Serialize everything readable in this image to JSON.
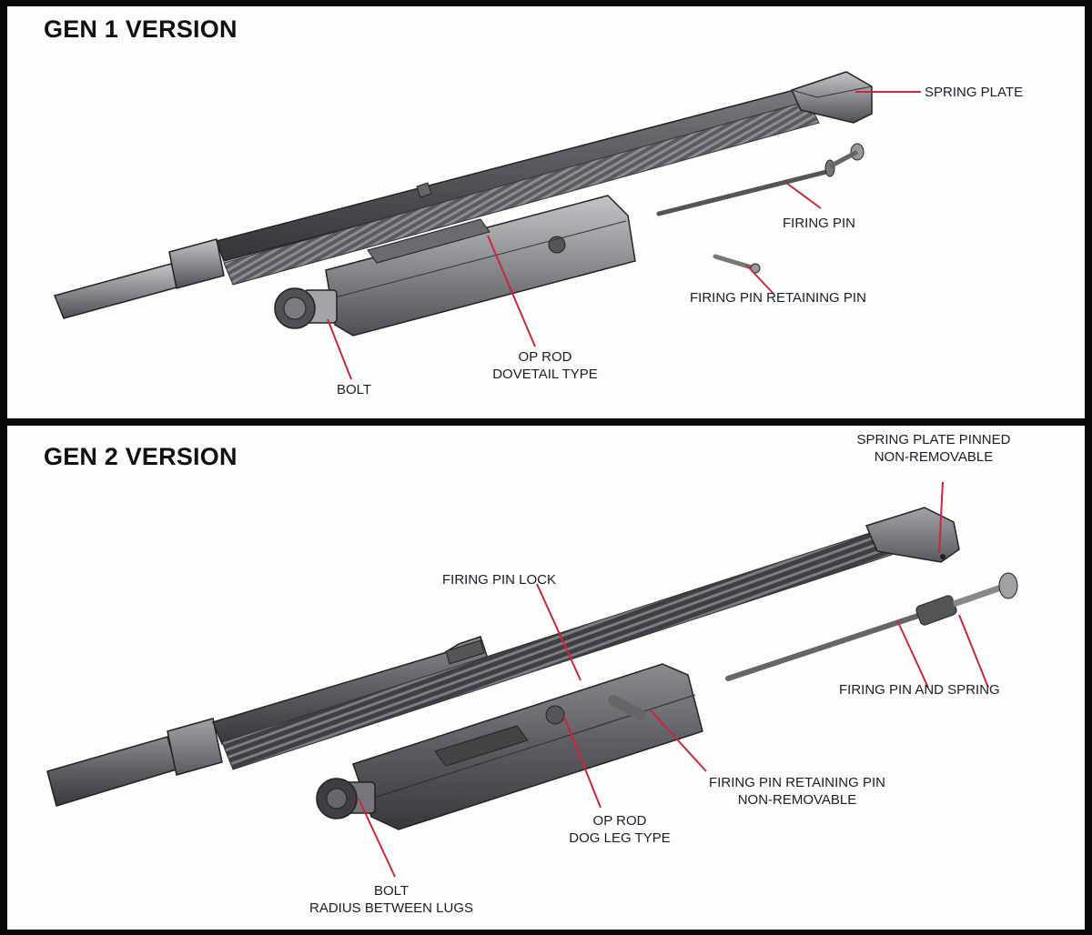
{
  "panels": [
    {
      "title": "GEN 1 VERSION",
      "callouts": [
        {
          "id": "spring-plate",
          "lines": [
            "SPRING PLATE"
          ]
        },
        {
          "id": "firing-pin",
          "lines": [
            "FIRING PIN"
          ]
        },
        {
          "id": "firing-pin-retaining-pin",
          "lines": [
            "FIRING PIN RETAINING PIN"
          ]
        },
        {
          "id": "op-rod",
          "lines": [
            "OP ROD",
            "DOVETAIL TYPE"
          ]
        },
        {
          "id": "bolt",
          "lines": [
            "BOLT"
          ]
        }
      ]
    },
    {
      "title": "GEN 2 VERSION",
      "callouts": [
        {
          "id": "spring-plate",
          "lines": [
            "SPRING PLATE PINNED",
            "NON-REMOVABLE"
          ]
        },
        {
          "id": "firing-pin-lock",
          "lines": [
            "FIRING PIN LOCK"
          ]
        },
        {
          "id": "firing-pin-and-spring",
          "lines": [
            "FIRING PIN AND SPRING"
          ]
        },
        {
          "id": "firing-pin-retaining-pin",
          "lines": [
            "FIRING PIN RETAINING PIN",
            "NON-REMOVABLE"
          ]
        },
        {
          "id": "op-rod",
          "lines": [
            "OP ROD",
            "DOG LEG TYPE"
          ]
        },
        {
          "id": "bolt",
          "lines": [
            "BOLT",
            "RADIUS BETWEEN LUGS"
          ]
        }
      ]
    }
  ],
  "colors": {
    "leader_line": "#c8283a",
    "frame": "#0a0a0a",
    "background": "#fdfdfe",
    "part_dark": "#4a4a4f",
    "part_light": "#a8a8ad"
  }
}
